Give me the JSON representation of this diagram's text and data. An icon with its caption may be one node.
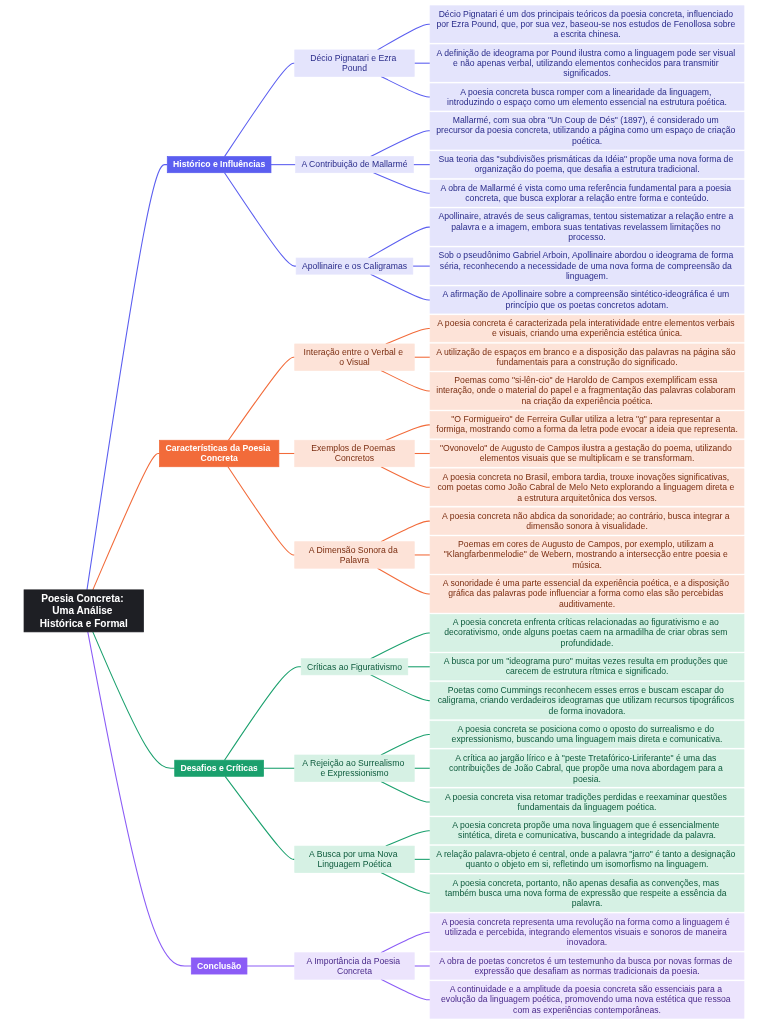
{
  "diagram": {
    "nodes": [
      {
        "text": [
          "Poesia Concreta: Uma Análise Histórica e Formal"
        ]
      },
      {
        "text": [
          "Histórico e Influências"
        ]
      },
      {
        "text": [
          "Décio Pignatari e Ezra Pound"
        ]
      },
      {
        "text": [
          "Décio Pignatari é um dos principais teóricos da poesia concreta, influenciado por Ezra Pound, que, por sua vez, baseou-se nos estudos de Fenollosa sobre a escrita chinesa."
        ]
      },
      {
        "text": [
          "A definição de ideograma por Pound ilustra como a linguagem pode ser visual e não apenas verbal, utilizando elementos conhecidos para transmitir significados."
        ]
      },
      {
        "text": [
          "A poesia concreta busca romper com a linearidade da linguagem, introduzindo o espaço como um elemento essencial na estrutura poética."
        ]
      },
      {
        "text": [
          "A Contribuição de Mallarmé"
        ]
      },
      {
        "text": [
          "Mallarmé, com sua obra \"Un Coup de Dés\" (1897), é considerado um precursor da poesia concreta, utilizando a página como um espaço de criação poética."
        ]
      },
      {
        "text": [
          "Sua teoria das \"subdivisões prismáticas da Idéia\" propõe uma nova forma de organização do poema, que desafia a estrutura tradicional."
        ]
      },
      {
        "text": [
          "A obra de Mallarmé é vista como uma referência fundamental para a poesia concreta, que busca explorar a relação entre forma e conteúdo."
        ]
      },
      {
        "text": [
          "Apollinaire e os Caligramas"
        ]
      },
      {
        "text": [
          "Apollinaire, através de seus caligramas, tentou sistematizar a relação entre a palavra e a imagem, embora suas tentativas revelassem limitações no processo."
        ]
      },
      {
        "text": [
          "Sob o pseudônimo Gabriel Arboin, Apollinaire abordou o ideograma de forma séria, reconhecendo a necessidade de uma nova forma de compreensão da linguagem."
        ]
      },
      {
        "text": [
          "A afirmação de Apollinaire sobre a compreensão sintético-ideográfica é um princípio que os poetas concretos adotam."
        ]
      },
      {
        "text": [
          "Características da Poesia Concreta"
        ]
      },
      {
        "text": [
          "Interação entre o Verbal e o Visual"
        ]
      },
      {
        "text": [
          "A poesia concreta é caracterizada pela interatividade entre elementos verbais e visuais, criando uma experiência estética única."
        ]
      },
      {
        "text": [
          "A utilização de espaços em branco e a disposição das palavras na página são fundamentais para a construção do significado."
        ]
      },
      {
        "text": [
          "Poemas como \"si-lên-cio\" de Haroldo de Campos exemplificam essa interação, onde o material do papel e a fragmentação das palavras colaboram na criação da experiência poética."
        ]
      },
      {
        "text": [
          "Exemplos de Poemas Concretos"
        ]
      },
      {
        "text": [
          "\"O Formigueiro\" de Ferreira Gullar utiliza a letra \"g\" para representar a formiga, mostrando como a forma da letra pode evocar a ideia que representa."
        ]
      },
      {
        "text": [
          "\"Ovonovelo\" de Augusto de Campos ilustra a gestação do poema, utilizando elementos visuais que se multiplicam e se transformam."
        ]
      },
      {
        "text": [
          "A poesia concreta no Brasil, embora tardia, trouxe inovações significativas, com poetas como João Cabral de Melo Neto explorando a linguagem direta e a estrutura arquitetônica dos versos."
        ]
      },
      {
        "text": [
          "A Dimensão Sonora da Palavra"
        ]
      },
      {
        "text": [
          "A poesia concreta não abdica da sonoridade; ao contrário, busca integrar a dimensão sonora à visualidade."
        ]
      },
      {
        "text": [
          "Poemas em cores de Augusto de Campos, por exemplo, utilizam a \"Klangfarbenmelodie\" de Webern, mostrando a intersecção entre poesia e música."
        ]
      },
      {
        "text": [
          "A sonoridade é uma parte essencial da experiência poética, e a disposição gráfica das palavras pode influenciar a forma como elas são percebidas auditivamente."
        ]
      },
      {
        "text": [
          "Desafios e Críticas"
        ]
      },
      {
        "text": [
          "Críticas ao Figurativismo"
        ]
      },
      {
        "text": [
          "A poesia concreta enfrenta críticas relacionadas ao figurativismo e ao decorativismo, onde alguns poetas caem na armadilha de criar obras sem profundidade."
        ]
      },
      {
        "text": [
          "A busca por um \"ideograma puro\" muitas vezes resulta em produções que carecem de estrutura rítmica e significado."
        ]
      },
      {
        "text": [
          "Poetas como Cummings reconhecem esses erros e buscam escapar do caligrama, criando verdadeiros ideogramas que utilizam recursos tipográficos de forma inovadora."
        ]
      },
      {
        "text": [
          "A Rejeição ao Surrealismo e Expressionismo"
        ]
      },
      {
        "text": [
          "A poesia concreta se posiciona como o oposto do surrealismo e do expressionismo, buscando uma linguagem mais direta e comunicativa."
        ]
      },
      {
        "text": [
          "A crítica ao jargão lírico e à \"peste Tretafórico-Liriferante\" é uma das contribuições de João Cabral, que propõe uma nova abordagem para a poesia."
        ]
      },
      {
        "text": [
          "A poesia concreta visa retomar tradições perdidas e reexaminar questões fundamentais da linguagem poética."
        ]
      },
      {
        "text": [
          "A Busca por uma Nova Linguagem Poética"
        ]
      },
      {
        "text": [
          "A poesia concreta propõe uma nova linguagem que é essencialmente sintética, direta e comunicativa, buscando a integridade da palavra."
        ]
      },
      {
        "text": [
          "A relação palavra-objeto é central, onde a palavra \"jarro\" é tanto a designação quanto o objeto em si, refletindo um isomorfismo na linguagem."
        ]
      },
      {
        "text": [
          "A poesia concreta, portanto, não apenas desafia as convenções, mas também busca uma nova forma de expressão que respeite a essência da palavra."
        ]
      },
      {
        "text": [
          "Conclusão"
        ]
      },
      {
        "text": [
          "A Importância da Poesia Concreta"
        ]
      },
      {
        "text": [
          "A poesia concreta representa uma revolução na forma como a linguagem é utilizada e percebida, integrando elementos visuais e sonoros de maneira inovadora."
        ]
      },
      {
        "text": [
          "A obra de poetas concretos é um testemunho da busca por novas formas de expressão que desafiam as normas tradicionais da poesia."
        ]
      },
      {
        "text": [
          "A continuidade e a amplitude da poesia concreta são essenciais para a evolução da linguagem poética, promovendo uma nova estética que ressoa com as experiências contemporâneas."
        ]
      }
    ],
    "edges": [
      {
        "from": 0,
        "to": 1,
        "arrow": "none",
        "color": "#5b5ef0"
      },
      {
        "from": 1,
        "to": 2,
        "arrow": "none",
        "color": "#5b5ef0"
      },
      {
        "from": 2,
        "to": 3,
        "arrow": "none",
        "color": "#5b5ef0"
      },
      {
        "from": 2,
        "to": 4,
        "arrow": "none",
        "color": "#5b5ef0"
      },
      {
        "from": 2,
        "to": 5,
        "arrow": "none",
        "color": "#5b5ef0"
      },
      {
        "from": 1,
        "to": 6,
        "arrow": "none",
        "color": "#5b5ef0"
      },
      {
        "from": 6,
        "to": 7,
        "arrow": "none",
        "color": "#5b5ef0"
      },
      {
        "from": 6,
        "to": 8,
        "arrow": "none",
        "color": "#5b5ef0"
      },
      {
        "from": 6,
        "to": 9,
        "arrow": "none",
        "color": "#5b5ef0"
      },
      {
        "from": 1,
        "to": 10,
        "arrow": "none",
        "color": "#5b5ef0"
      },
      {
        "from": 10,
        "to": 11,
        "arrow": "none",
        "color": "#5b5ef0"
      },
      {
        "from": 10,
        "to": 12,
        "arrow": "none",
        "color": "#5b5ef0"
      },
      {
        "from": 10,
        "to": 13,
        "arrow": "none",
        "color": "#5b5ef0"
      },
      {
        "from": 0,
        "to": 14,
        "arrow": "none",
        "color": "#f26b3a"
      },
      {
        "from": 14,
        "to": 15,
        "arrow": "none",
        "color": "#f26b3a"
      },
      {
        "from": 15,
        "to": 16,
        "arrow": "none",
        "color": "#f26b3a"
      },
      {
        "from": 15,
        "to": 17,
        "arrow": "none",
        "color": "#f26b3a"
      },
      {
        "from": 15,
        "to": 18,
        "arrow": "none",
        "color": "#f26b3a"
      },
      {
        "from": 14,
        "to": 19,
        "arrow": "none",
        "color": "#f26b3a"
      },
      {
        "from": 19,
        "to": 20,
        "arrow": "none",
        "color": "#f26b3a"
      },
      {
        "from": 19,
        "to": 21,
        "arrow": "none",
        "color": "#f26b3a"
      },
      {
        "from": 19,
        "to": 22,
        "arrow": "none",
        "color": "#f26b3a"
      },
      {
        "from": 14,
        "to": 23,
        "arrow": "none",
        "color": "#f26b3a"
      },
      {
        "from": 23,
        "to": 24,
        "arrow": "none",
        "color": "#f26b3a"
      },
      {
        "from": 23,
        "to": 25,
        "arrow": "none",
        "color": "#f26b3a"
      },
      {
        "from": 23,
        "to": 26,
        "arrow": "none",
        "color": "#f26b3a"
      },
      {
        "from": 0,
        "to": 27,
        "arrow": "none",
        "color": "#1aa06d"
      },
      {
        "from": 27,
        "to": 28,
        "arrow": "none",
        "color": "#1aa06d"
      },
      {
        "from": 28,
        "to": 29,
        "arrow": "none",
        "color": "#1aa06d"
      },
      {
        "from": 28,
        "to": 30,
        "arrow": "none",
        "color": "#1aa06d"
      },
      {
        "from": 28,
        "to": 31,
        "arrow": "none",
        "color": "#1aa06d"
      },
      {
        "from": 27,
        "to": 32,
        "arrow": "none",
        "color": "#1aa06d"
      },
      {
        "from": 32,
        "to": 33,
        "arrow": "none",
        "color": "#1aa06d"
      },
      {
        "from": 32,
        "to": 34,
        "arrow": "none",
        "color": "#1aa06d"
      },
      {
        "from": 32,
        "to": 35,
        "arrow": "none",
        "color": "#1aa06d"
      },
      {
        "from": 27,
        "to": 36,
        "arrow": "none",
        "color": "#1aa06d"
      },
      {
        "from": 36,
        "to": 37,
        "arrow": "none",
        "color": "#1aa06d"
      },
      {
        "from": 36,
        "to": 38,
        "arrow": "none",
        "color": "#1aa06d"
      },
      {
        "from": 36,
        "to": 39,
        "arrow": "none",
        "color": "#1aa06d"
      },
      {
        "from": 0,
        "to": 40,
        "arrow": "none",
        "color": "#8b5cf6"
      },
      {
        "from": 40,
        "to": 41,
        "arrow": "none",
        "color": "#8b5cf6"
      },
      {
        "from": 41,
        "to": 42,
        "arrow": "none",
        "color": "#8b5cf6"
      },
      {
        "from": 41,
        "to": 43,
        "arrow": "none",
        "color": "#8b5cf6"
      },
      {
        "from": 41,
        "to": 44,
        "arrow": "none",
        "color": "#8b5cf6"
      }
    ]
  }
}
